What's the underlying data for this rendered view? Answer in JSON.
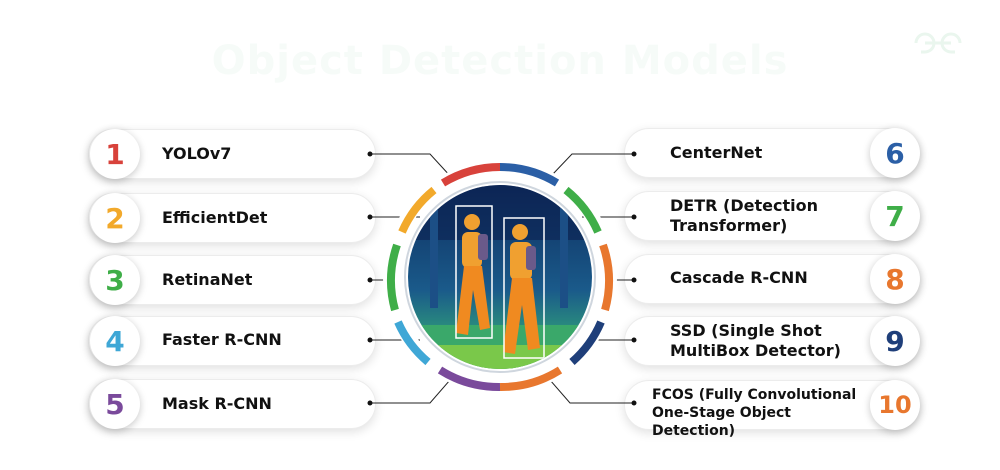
{
  "title": "Object Detection Models",
  "logo_text": "GfG",
  "models": [
    {
      "num": "1",
      "label": "YOLOv7",
      "color": "#d8423b"
    },
    {
      "num": "2",
      "label": "EfficientDet",
      "color": "#f2a92b"
    },
    {
      "num": "3",
      "label": "RetinaNet",
      "color": "#3fae48"
    },
    {
      "num": "4",
      "label": "Faster R-CNN",
      "color": "#3fa7d6"
    },
    {
      "num": "5",
      "label": "Mask R-CNN",
      "color": "#7a4a9b"
    },
    {
      "num": "6",
      "label": "CenterNet",
      "color": "#2b5fa6"
    },
    {
      "num": "7",
      "label": "DETR (Detection Transformer)",
      "color": "#3fae48"
    },
    {
      "num": "8",
      "label": "Cascade R-CNN",
      "color": "#e8772e"
    },
    {
      "num": "9",
      "label": "SSD (Single Shot MultiBox Detector)",
      "color": "#1f3f7a"
    },
    {
      "num": "10",
      "label": "FCOS (Fully Convolutional One-Stage Object Detection)",
      "color": "#e8772e"
    }
  ],
  "colors": {
    "ring_top": "#d8423b",
    "ring_right": "#3fae48",
    "ring_bottom": "#7a4a9b",
    "ring_left": "#3fa7d6"
  }
}
